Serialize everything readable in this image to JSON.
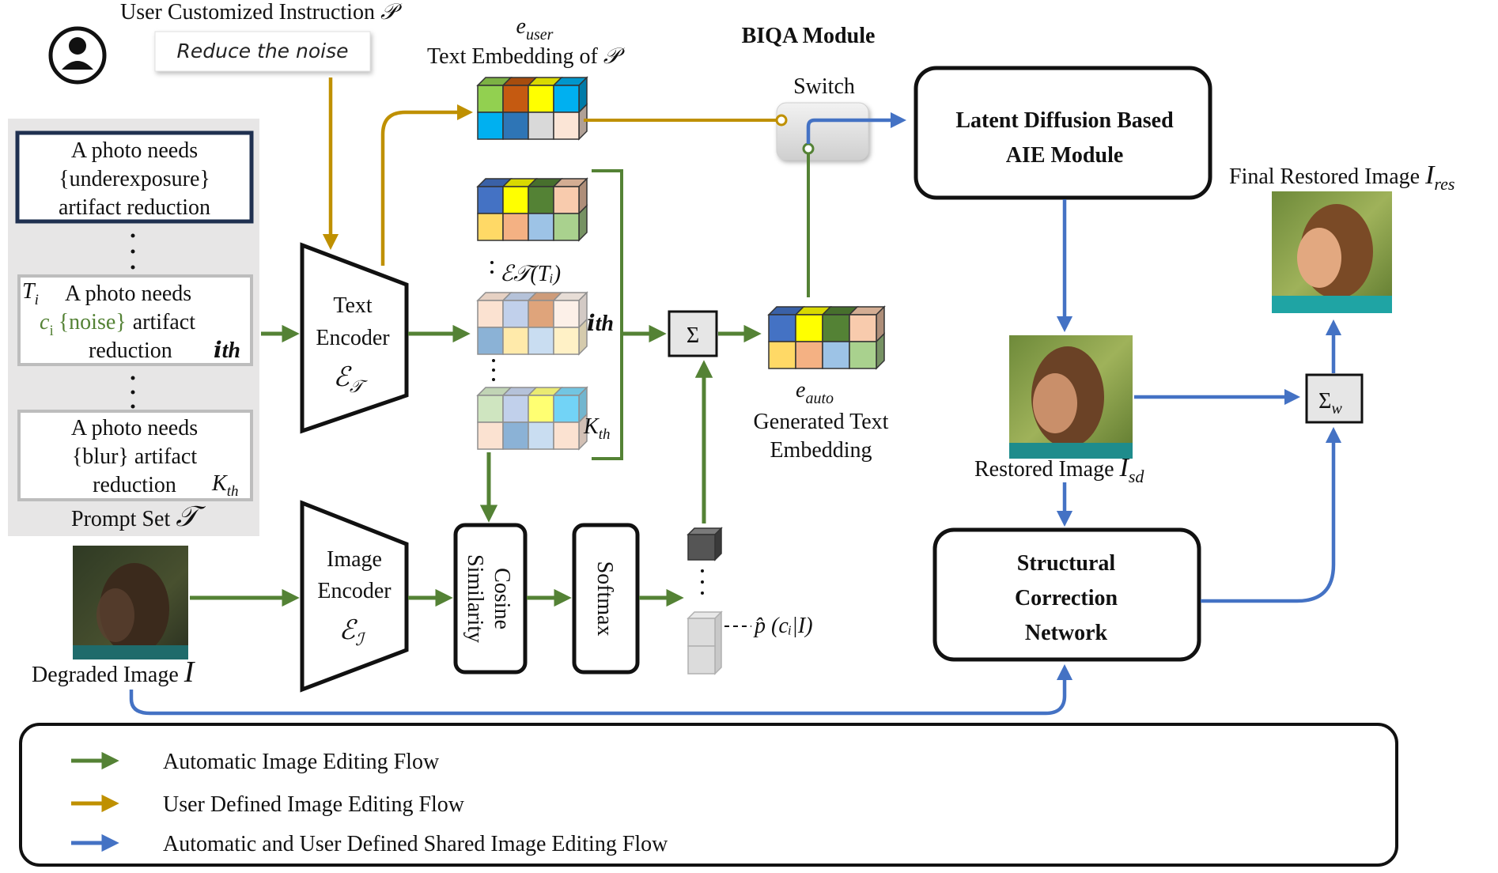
{
  "colors": {
    "green_flow": "#548235",
    "gold_flow": "#BF9000",
    "blue_flow": "#4472C4",
    "prompt_panel": "#E7E6E6",
    "noise_green": "#548235"
  },
  "user": {
    "icon": "user-avatar-icon",
    "instruction_label": "User Customized Instruction",
    "instruction_symbol": "𝒫",
    "instruction_text": "Reduce the noise"
  },
  "e_user": {
    "symbol": "e",
    "subscript": "user",
    "caption_text": "Text Embedding of",
    "caption_symbol": "𝒫"
  },
  "biqa_title": "BIQA Module",
  "switch_label": "Switch",
  "prompt_set": {
    "label": "Prompt Set",
    "symbol": "𝒯",
    "prompts": [
      {
        "lines": [
          "A photo needs",
          "{underexposure}",
          "artifact reduction"
        ]
      },
      {
        "ti": "T",
        "ti_sub": "i",
        "line1": "A photo needs",
        "ci": "c",
        "ci_sub": "i",
        "noise": "{noise}",
        "line2_rest": "artifact",
        "line3": "reduction",
        "index": "𝒊th"
      },
      {
        "lines": [
          "A photo needs",
          "{blur}  artifact",
          "reduction"
        ],
        "index": "K",
        "index_sub": "th"
      }
    ]
  },
  "text_encoder": {
    "line1": "Text",
    "line2": "Encoder",
    "symbol": "ℰ",
    "symbol_sub": "𝒯"
  },
  "image_encoder": {
    "line1": "Image",
    "line2": "Encoder",
    "symbol": "ℰ",
    "symbol_sub": "ℐ"
  },
  "embedding_stack": {
    "label": "ℰ𝒯(Tᵢ)",
    "ith": "𝒊th",
    "kth_main": "K",
    "kth_sub": "th"
  },
  "sum_symbol": "Σ",
  "e_auto": {
    "symbol": "e",
    "subscript": "auto",
    "line1": "Generated Text",
    "line2": "Embedding"
  },
  "cosine": {
    "line1": "Cosine",
    "line2": "Similarity"
  },
  "softmax": "Softmax",
  "probability_label": "p̂ (cᵢ|I)",
  "degraded_image": {
    "label": "Degraded Image",
    "symbol": "I"
  },
  "ldm_module": {
    "line1": "Latent Diffusion Based",
    "line2": "AIE Module"
  },
  "restored": {
    "label": "Restored Image",
    "symbol": "I",
    "subscript": "sd"
  },
  "final": {
    "label": "Final Restored Image",
    "symbol": "I",
    "subscript": "res"
  },
  "weighted_sum": {
    "symbol": "Σ",
    "subscript": "w"
  },
  "scn": {
    "line1": "Structural",
    "line2": "Correction",
    "line3": "Network"
  },
  "legend": {
    "items": [
      {
        "label": "Automatic Image Editing Flow",
        "color": "#548235"
      },
      {
        "label": "User Defined Image Editing Flow",
        "color": "#BF9000"
      },
      {
        "label": "Automatic and User Defined Shared Image Editing Flow",
        "color": "#4472C4"
      }
    ]
  }
}
